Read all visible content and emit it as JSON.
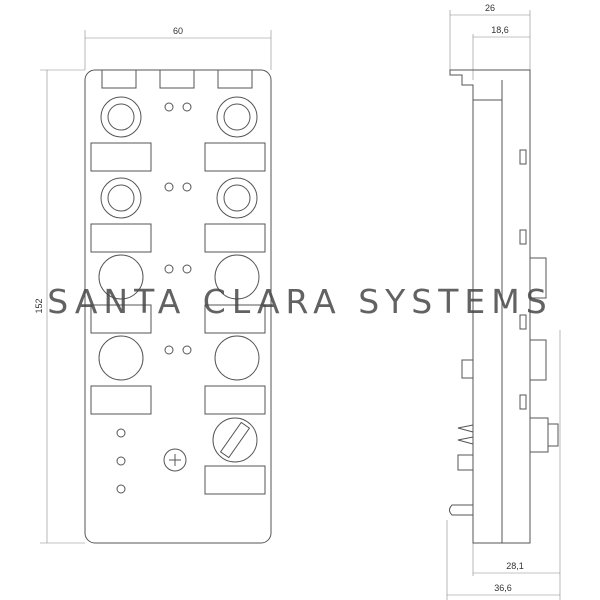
{
  "watermark": "SANTA CLARA SYSTEMS",
  "dimensions": {
    "front_width": "60",
    "front_height": "152",
    "side_top_total": "26",
    "side_top_inner": "18,6",
    "side_bottom_inner": "28,1",
    "side_bottom_total": "36,6"
  }
}
